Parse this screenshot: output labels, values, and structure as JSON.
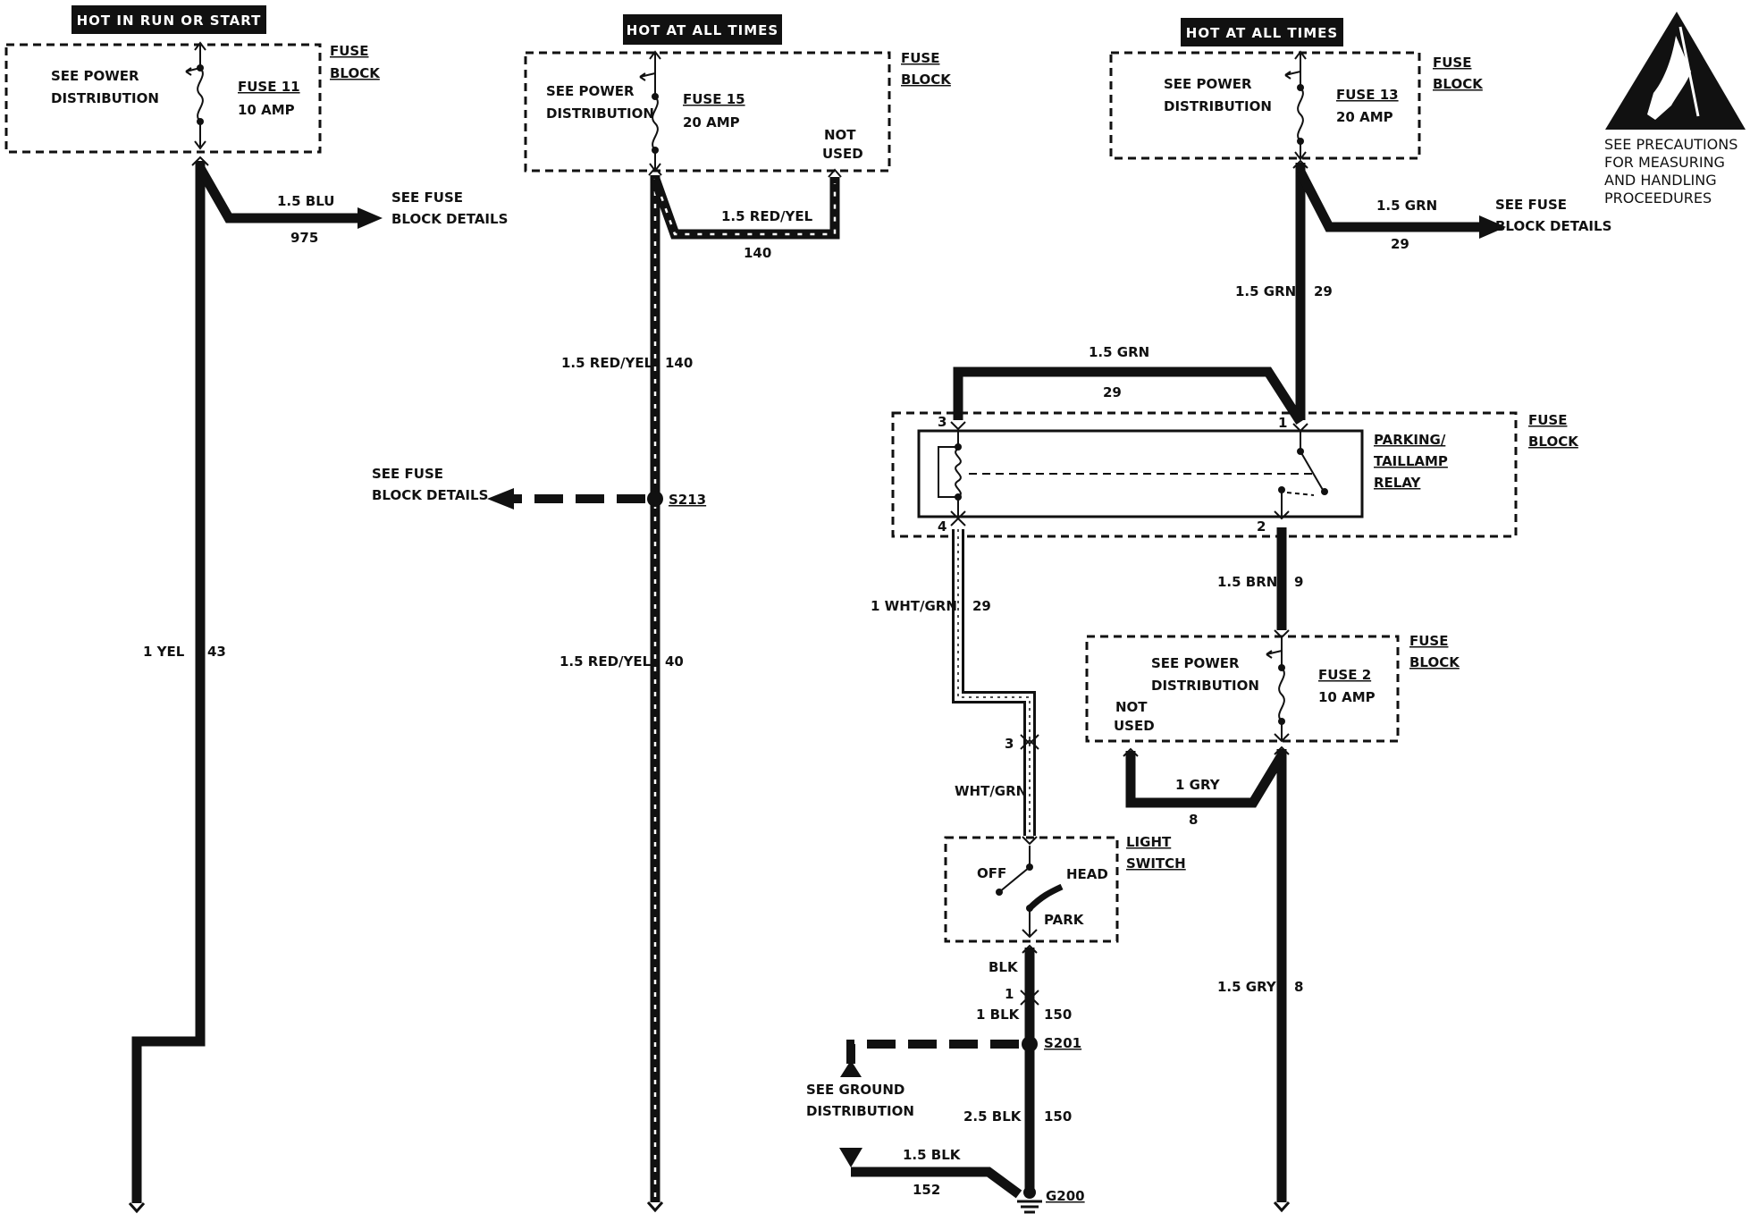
{
  "headers": {
    "left": "HOT IN RUN OR START",
    "middle": "HOT AT ALL TIMES",
    "right": "HOT AT ALL TIMES"
  },
  "fuse_boxes": {
    "f11": {
      "see": "SEE POWER",
      "dist": "DISTRIBUTION",
      "fuse": "FUSE 11",
      "amp": "10 AMP",
      "block1": "FUSE",
      "block2": "BLOCK"
    },
    "f15": {
      "see": "SEE POWER",
      "dist": "DISTRIBUTION",
      "fuse": "FUSE 15",
      "amp": "20 AMP",
      "nu1": "NOT",
      "nu2": "USED",
      "block1": "FUSE",
      "block2": "BLOCK"
    },
    "f13": {
      "see": "SEE POWER",
      "dist": "DISTRIBUTION",
      "fuse": "FUSE 13",
      "amp": "20 AMP",
      "block1": "FUSE",
      "block2": "BLOCK"
    },
    "f2": {
      "see": "SEE POWER",
      "dist": "DISTRIBUTION",
      "fuse": "FUSE 2",
      "amp": "10 AMP",
      "nu1": "NOT",
      "nu2": "USED",
      "block1": "FUSE",
      "block2": "BLOCK"
    }
  },
  "relay": {
    "l1": "PARKING/",
    "l2": "TAILLAMP",
    "l3": "RELAY",
    "block1": "FUSE",
    "block2": "BLOCK",
    "pin1": "1",
    "pin2": "2",
    "pin3": "3",
    "pin4": "4"
  },
  "light_switch": {
    "l1": "LIGHT",
    "l2": "SWITCH",
    "off": "OFF",
    "head": "HEAD",
    "park": "PARK"
  },
  "wires": {
    "blu": "1.5 BLU",
    "blu_n": "975",
    "yel": "1 YEL",
    "yel_n": "43",
    "ry_top": "1.5 RED/YEL",
    "ry_top_n": "140",
    "ry_mid": "1.5 RED/YEL",
    "ry_mid_n": "140",
    "ry_low": "1.5 RED/YEL",
    "ry_low_n": "40",
    "grn_r": "1.5 GRN",
    "grn_r_n": "29",
    "grn_v": "1.5 GRN",
    "grn_v_n": "29",
    "grn_top": "1.5 GRN",
    "grn_top_n": "29",
    "brn": "1.5 BRN",
    "brn_n": "9",
    "whtgrn": "1 WHT/GRN",
    "whtgrn_n": "29",
    "whtgrn2": "WHT/GRN",
    "conn3": "3",
    "gry_top": "1 GRY",
    "gry_top_n": "8",
    "gry_v": "1.5 GRY",
    "gry_v_n": "8",
    "blk": "BLK",
    "conn1": "1",
    "blk1": "1 BLK",
    "blk1_n": "150",
    "blk25": "2.5 BLK",
    "blk25_n": "150",
    "blk15": "1.5 BLK",
    "blk15_n": "152"
  },
  "refs": {
    "fuse_details_1a": "SEE FUSE",
    "fuse_details_1b": "BLOCK DETAILS",
    "fuse_details_2a": "SEE FUSE",
    "fuse_details_2b": "BLOCK DETAILS",
    "fuse_details_3a": "SEE FUSE",
    "fuse_details_3b": "BLOCK DETAILS",
    "ground_a": "SEE GROUND",
    "ground_b": "DISTRIBUTION"
  },
  "splices": {
    "s213": "S213",
    "s201": "S201",
    "g200": "G200"
  },
  "precautions": [
    "SEE PRECAUTIONS",
    "FOR MEASURING",
    "AND HANDLING",
    "PROCEEDURES"
  ]
}
